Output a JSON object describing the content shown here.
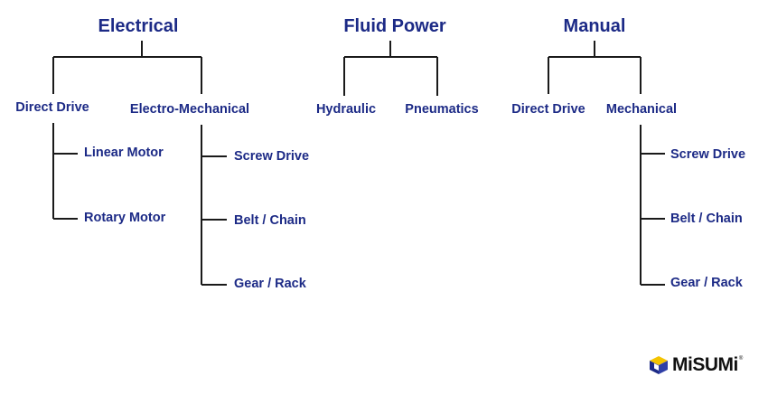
{
  "groups": {
    "electrical": {
      "title": "Electrical",
      "direct_drive": {
        "label": "Direct Drive",
        "children": [
          "Linear Motor",
          "Rotary Motor"
        ]
      },
      "electro_mechanical": {
        "label": "Electro-Mechanical",
        "children": [
          "Screw Drive",
          "Belt / Chain",
          "Gear / Rack"
        ]
      }
    },
    "fluid_power": {
      "title": "Fluid Power",
      "children": [
        "Hydraulic",
        "Pneumatics"
      ]
    },
    "manual": {
      "title": "Manual",
      "direct_drive": {
        "label": "Direct Drive"
      },
      "mechanical": {
        "label": "Mechanical",
        "children": [
          "Screw Drive",
          "Belt / Chain",
          "Gear / Rack"
        ]
      }
    }
  },
  "logo": {
    "text": "MiSUMi",
    "mark": "®"
  },
  "colors": {
    "text": "#1c2a86",
    "lines": "#1a1a1a"
  }
}
